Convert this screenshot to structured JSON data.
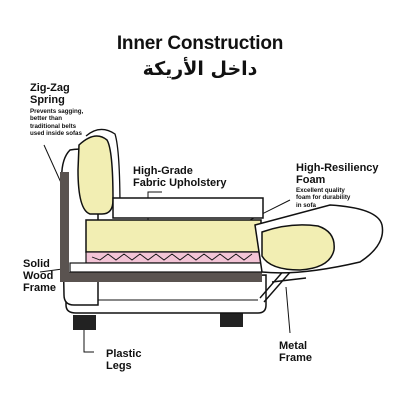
{
  "title": "Inner Construction",
  "subtitle_arabic": "داخل الأريكة",
  "labels": {
    "zigzag": {
      "title_lines": [
        "Zig-Zag",
        "Spring"
      ],
      "desc_lines": [
        "Prevents sagging,",
        "better than",
        "traditional belts",
        "used inside sofas"
      ]
    },
    "fabric": {
      "title_lines": [
        "High-Grade",
        "Fabric Upholstery"
      ]
    },
    "foam": {
      "title_lines": [
        "High-Resiliency",
        "Foam"
      ],
      "desc_lines": [
        "Excellent quality",
        "foam for durability",
        "in sofa"
      ]
    },
    "wood": {
      "title_lines": [
        "Solid",
        "Wood",
        "Frame"
      ]
    },
    "metal": {
      "title_lines": [
        "Metal",
        "Frame"
      ]
    },
    "legs": {
      "title_lines": [
        "Plastic",
        "Legs"
      ]
    }
  },
  "colors": {
    "foam": "#f2eeb3",
    "spring": "#f3c4d6",
    "wood": "#5a5350",
    "leg": "#222222",
    "outline": "#111111"
  }
}
